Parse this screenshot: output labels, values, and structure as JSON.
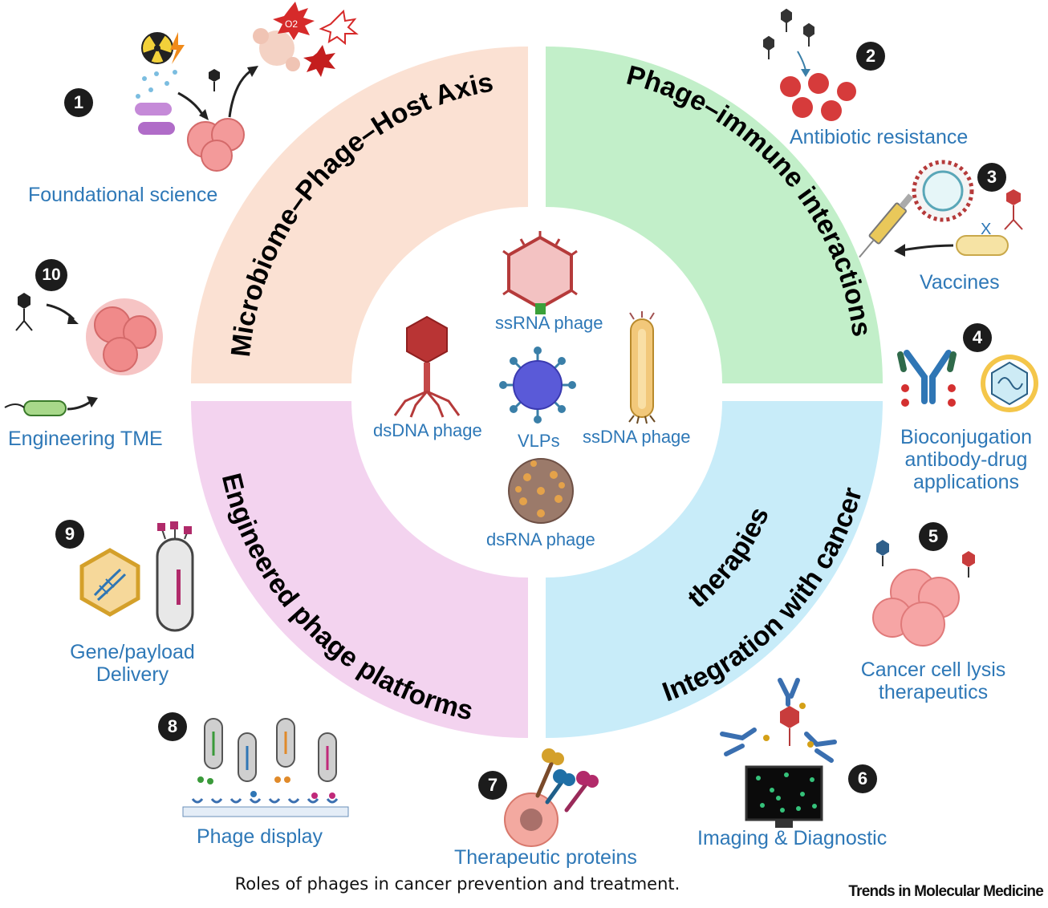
{
  "quadrants": {
    "top_left": {
      "title": "Microbiome–Phage–Host Axis",
      "color": "#fbe1d3"
    },
    "top_right": {
      "title": "Phage–immune interactions",
      "color": "#c2efc9"
    },
    "bottom_left": {
      "title": "Engineered phage platforms",
      "color": "#f3d3ef"
    },
    "bottom_right_line1": "Integration with cancer",
    "bottom_right_line2": "therapies",
    "bottom_right_color": "#c8ecf9"
  },
  "center": {
    "dsdna": "dsDNA phage",
    "ssrna": "ssRNA phage",
    "vlps": "VLPs",
    "ssdna": "ssDNA phage",
    "dsrna": "dsRNA phage"
  },
  "items": [
    {
      "number": "1",
      "label": "Foundational science"
    },
    {
      "number": "2",
      "label": "Antibiotic resistance"
    },
    {
      "number": "3",
      "label": "Vaccines"
    },
    {
      "number": "4",
      "label_lines": [
        "Bioconjugation",
        "antibody-drug",
        "applications"
      ]
    },
    {
      "number": "5",
      "label_lines": [
        "Cancer cell lysis",
        "therapeutics"
      ]
    },
    {
      "number": "6",
      "label": "Imaging & Diagnostic"
    },
    {
      "number": "7",
      "label": "Therapeutic proteins"
    },
    {
      "number": "8",
      "label": "Phage display"
    },
    {
      "number": "9",
      "label_lines": [
        "Gene/payload",
        "Delivery"
      ]
    },
    {
      "number": "10",
      "label": "Engineering TME"
    }
  ],
  "misc": {
    "vaccine_x": "X",
    "o2": "O2"
  },
  "caption": "Roles of phages in cancer prevention and treatment.",
  "journal": "Trends in Molecular Medicine"
}
